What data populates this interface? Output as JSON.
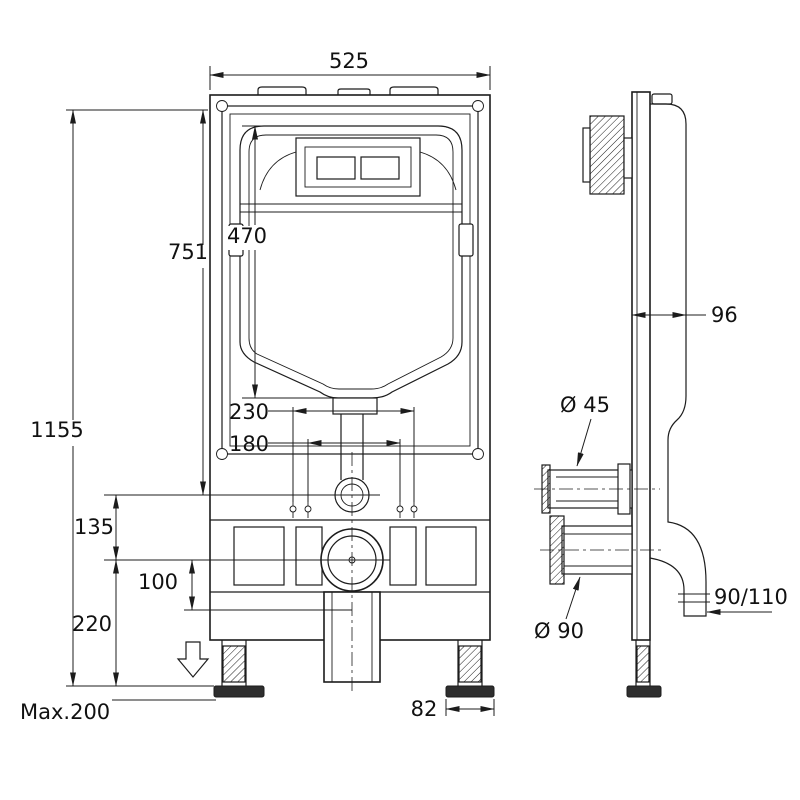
{
  "page": {
    "background": "#ffffff",
    "line_color": "#1c1c1c",
    "drawing_type": "wall-hung toilet concealed cistern frame installation drawing"
  },
  "front_view": {
    "dim_width_top": "525",
    "dim_cistern_height": "470",
    "dim_upper_height": "751",
    "dim_total_height": "1155",
    "dim_supply_span": "230",
    "dim_bolt_span": "180",
    "dim_inlet_to_outlet": "135",
    "dim_outlet_drop": "100",
    "dim_lower_section": "220",
    "dim_foot_adjust": "Max.200",
    "dim_outlet_width": "82"
  },
  "side_view": {
    "dim_depth": "96",
    "dim_inlet_pipe": "Ø 45",
    "dim_outlet_pipe": "Ø 90",
    "dim_waste_pipe": "90/110"
  }
}
